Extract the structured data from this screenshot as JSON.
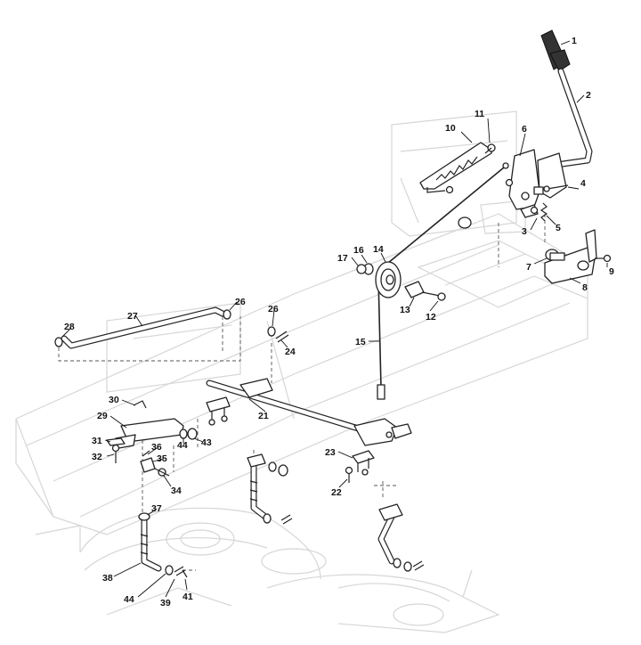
{
  "callouts": [
    {
      "id": "c1",
      "text": "1"
    },
    {
      "id": "c2",
      "text": "2"
    },
    {
      "id": "c3",
      "text": "3"
    },
    {
      "id": "c4",
      "text": "4"
    },
    {
      "id": "c5",
      "text": "5"
    },
    {
      "id": "c6",
      "text": "6"
    },
    {
      "id": "c7",
      "text": "7"
    },
    {
      "id": "c8",
      "text": "8"
    },
    {
      "id": "c9",
      "text": "9"
    },
    {
      "id": "c10",
      "text": "10"
    },
    {
      "id": "c11",
      "text": "11"
    },
    {
      "id": "c12",
      "text": "12"
    },
    {
      "id": "c13",
      "text": "13"
    },
    {
      "id": "c14",
      "text": "14"
    },
    {
      "id": "c15",
      "text": "15"
    },
    {
      "id": "c16",
      "text": "16"
    },
    {
      "id": "c17",
      "text": "17"
    },
    {
      "id": "c21",
      "text": "21"
    },
    {
      "id": "c22",
      "text": "22"
    },
    {
      "id": "c23",
      "text": "23"
    },
    {
      "id": "c24",
      "text": "24"
    },
    {
      "id": "c26a",
      "text": "26"
    },
    {
      "id": "c26b",
      "text": "26"
    },
    {
      "id": "c27",
      "text": "27"
    },
    {
      "id": "c28",
      "text": "28"
    },
    {
      "id": "c29",
      "text": "29"
    },
    {
      "id": "c30",
      "text": "30"
    },
    {
      "id": "c31",
      "text": "31"
    },
    {
      "id": "c32",
      "text": "32"
    },
    {
      "id": "c34",
      "text": "34"
    },
    {
      "id": "c35",
      "text": "35"
    },
    {
      "id": "c36",
      "text": "36"
    },
    {
      "id": "c37",
      "text": "37"
    },
    {
      "id": "c38",
      "text": "38"
    },
    {
      "id": "c39",
      "text": "39"
    },
    {
      "id": "c41",
      "text": "41"
    },
    {
      "id": "c43",
      "text": "43"
    },
    {
      "id": "c44a",
      "text": "44"
    },
    {
      "id": "c44b",
      "text": "44"
    }
  ]
}
